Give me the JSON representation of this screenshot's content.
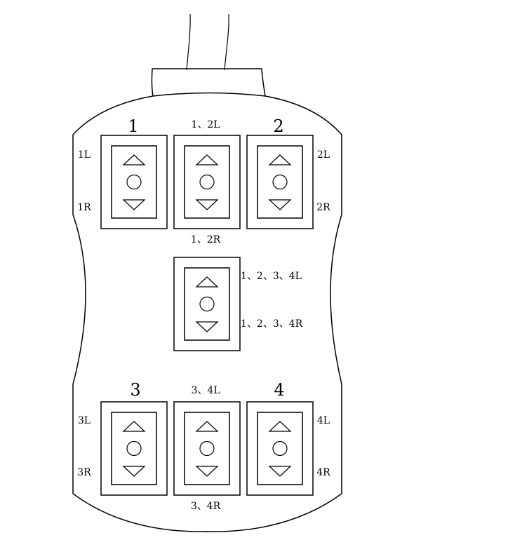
{
  "controller": {
    "group_numbers": {
      "g1": "1",
      "g2": "2",
      "g3": "3",
      "g4": "4"
    },
    "labels": {
      "l_1L": "1L",
      "l_1R": "1R",
      "l_2L": "2L",
      "l_2R": "2R",
      "l_3L": "3L",
      "l_3R": "3R",
      "l_4L": "4L",
      "l_4R": "4R",
      "l_12L": "1、2L",
      "l_12R": "1、2R",
      "l_34L": "3、4L",
      "l_34R": "3、4R",
      "l_1234L": "1、2、3、4L",
      "l_1234R": "1、2、3、4R"
    },
    "switches": [
      "switch-1",
      "switch-1-2",
      "switch-2",
      "switch-1-2-3-4",
      "switch-3",
      "switch-3-4",
      "switch-4"
    ],
    "switch_icons": {
      "up": "triangle-up-icon",
      "center": "circle-icon",
      "down": "triangle-down-icon"
    }
  }
}
